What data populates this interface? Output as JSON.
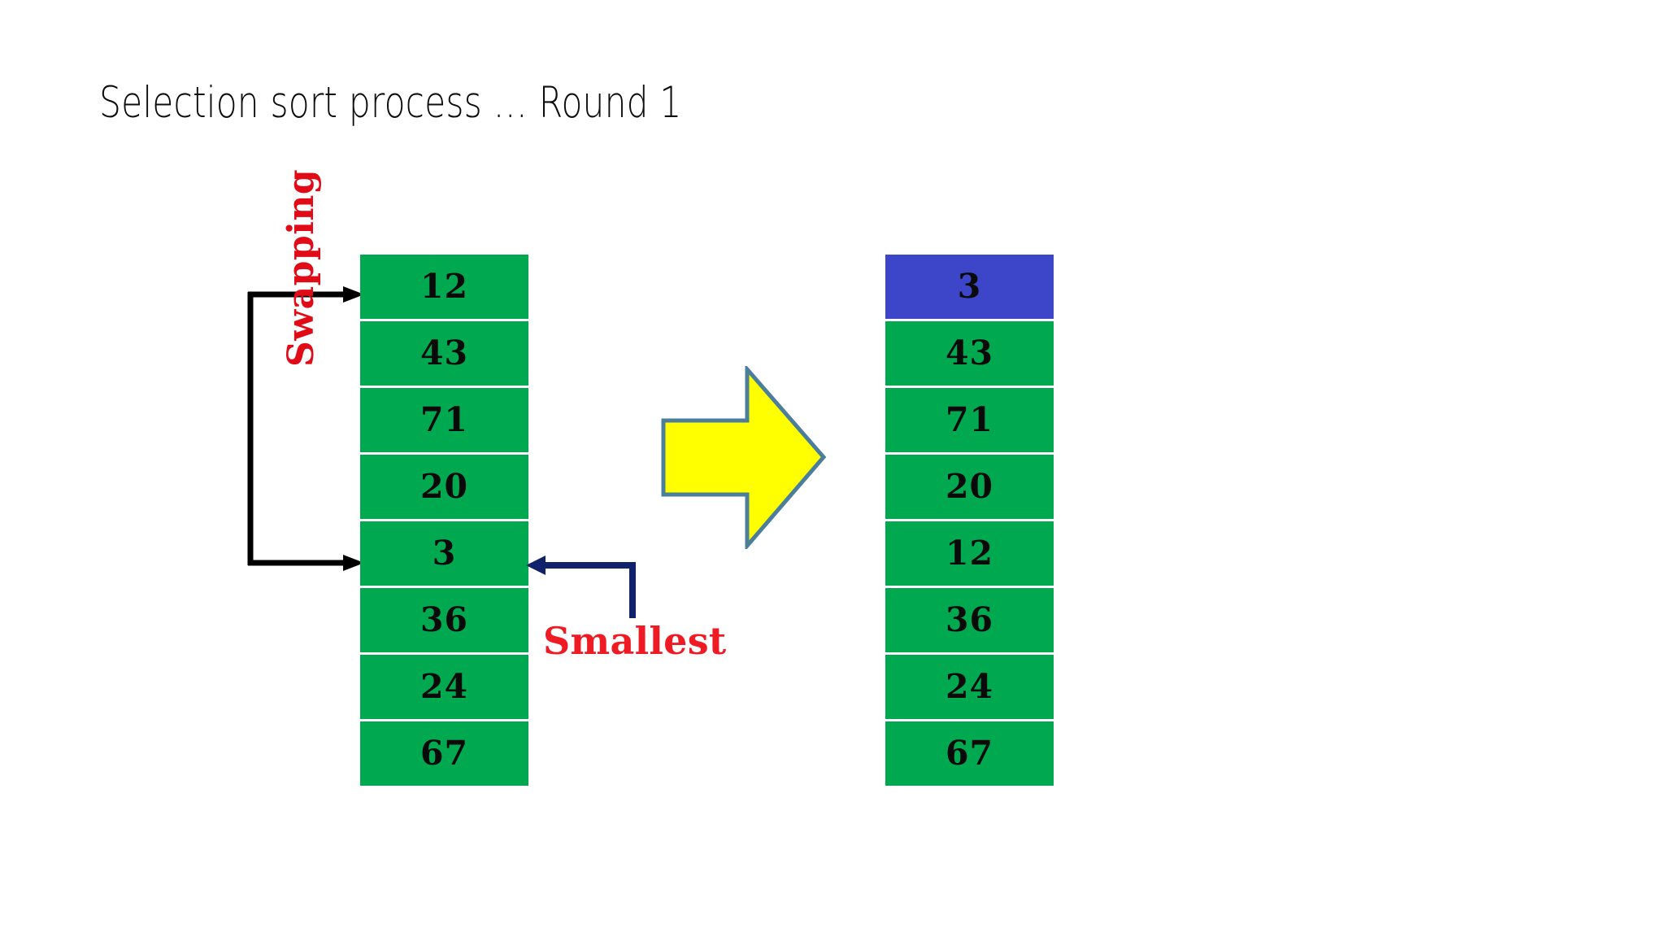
{
  "slide": {
    "title": "Selection sort process … Round 1",
    "background_color": "#ffffff"
  },
  "colors": {
    "cell_green": "#00a950",
    "cell_highlight_blue": "#3d45c9",
    "cell_text": "#0a0a0a",
    "annotation_red": "#e00b17",
    "smallest_red": "#ef1b24",
    "arrow_yellow": "#ffff00",
    "arrow_yellow_outline": "#4a7e9b",
    "pointer_navy": "#10226b",
    "bracket_black": "#000000",
    "title_text": "#0d0d0d"
  },
  "arrays": {
    "before": {
      "label": "array-before-swap",
      "cells": [
        {
          "value": "12",
          "highlight": false
        },
        {
          "value": "43",
          "highlight": false
        },
        {
          "value": "71",
          "highlight": false
        },
        {
          "value": "20",
          "highlight": false
        },
        {
          "value": "3",
          "highlight": false
        },
        {
          "value": "36",
          "highlight": false
        },
        {
          "value": "24",
          "highlight": false
        },
        {
          "value": "67",
          "highlight": false
        }
      ]
    },
    "after": {
      "label": "array-after-swap",
      "cells": [
        {
          "value": "3",
          "highlight": true
        },
        {
          "value": "43",
          "highlight": false
        },
        {
          "value": "71",
          "highlight": false
        },
        {
          "value": "20",
          "highlight": false
        },
        {
          "value": "12",
          "highlight": false
        },
        {
          "value": "36",
          "highlight": false
        },
        {
          "value": "24",
          "highlight": false
        },
        {
          "value": "67",
          "highlight": false
        }
      ]
    }
  },
  "annotations": {
    "swapping": {
      "text": "Swapping",
      "rotation_deg": -90,
      "icon": "double-arrow-bracket-icon"
    },
    "smallest": {
      "text": "Smallest",
      "icon": "elbow-arrow-left-icon"
    },
    "transform": {
      "icon": "block-arrow-right-icon"
    }
  }
}
